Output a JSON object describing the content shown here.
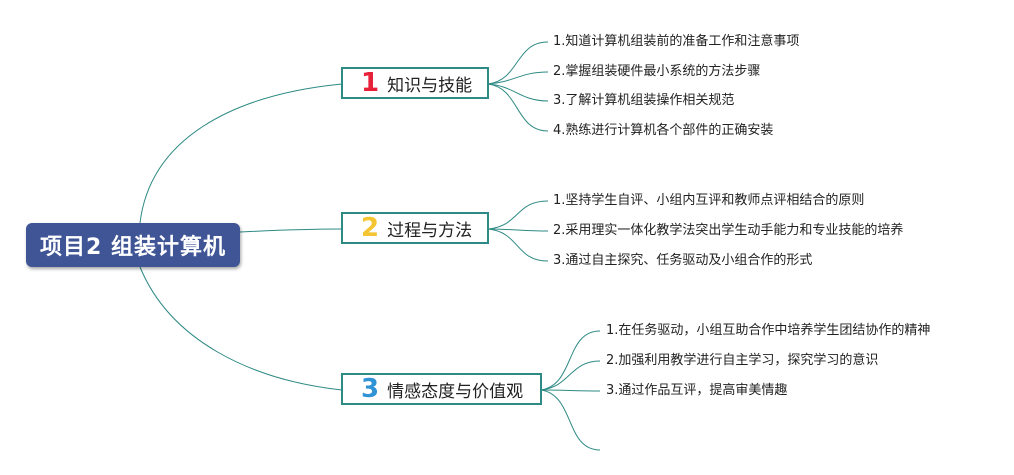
{
  "root": {
    "label": "项目2  组装计算机"
  },
  "branches": [
    {
      "number": "1",
      "number_color": "#e8213a",
      "label": "知识与技能",
      "items": [
        "1.知道计算机组装前的准备工作和注意事项",
        "2.掌握组装硬件最小系统的方法步骤",
        "3.了解计算机组装操作相关规范",
        "4.熟练进行计算机各个部件的正确安装"
      ]
    },
    {
      "number": "2",
      "number_color": "#f5c431",
      "label": "过程与方法",
      "items": [
        "1.坚持学生自评、小组内互评和教师点评相结合的原则",
        "2.采用理实一体化教学法突出学生动手能力和专业技能的培养",
        "3.通过自主探究、任务驱动及小组合作的形式"
      ]
    },
    {
      "number": "3",
      "number_color": "#2f93d6",
      "label": "情感态度与价值观",
      "items": [
        "1.在任务驱动，小组互助合作中培养学生团结协作的精神",
        "2.加强利用教学进行自主学习，探究学习的意识",
        "3.通过作品互评，提高审美情趣",
        ""
      ]
    }
  ],
  "colors": {
    "root_bg": "#3f5596",
    "link": "#2e8a84"
  }
}
